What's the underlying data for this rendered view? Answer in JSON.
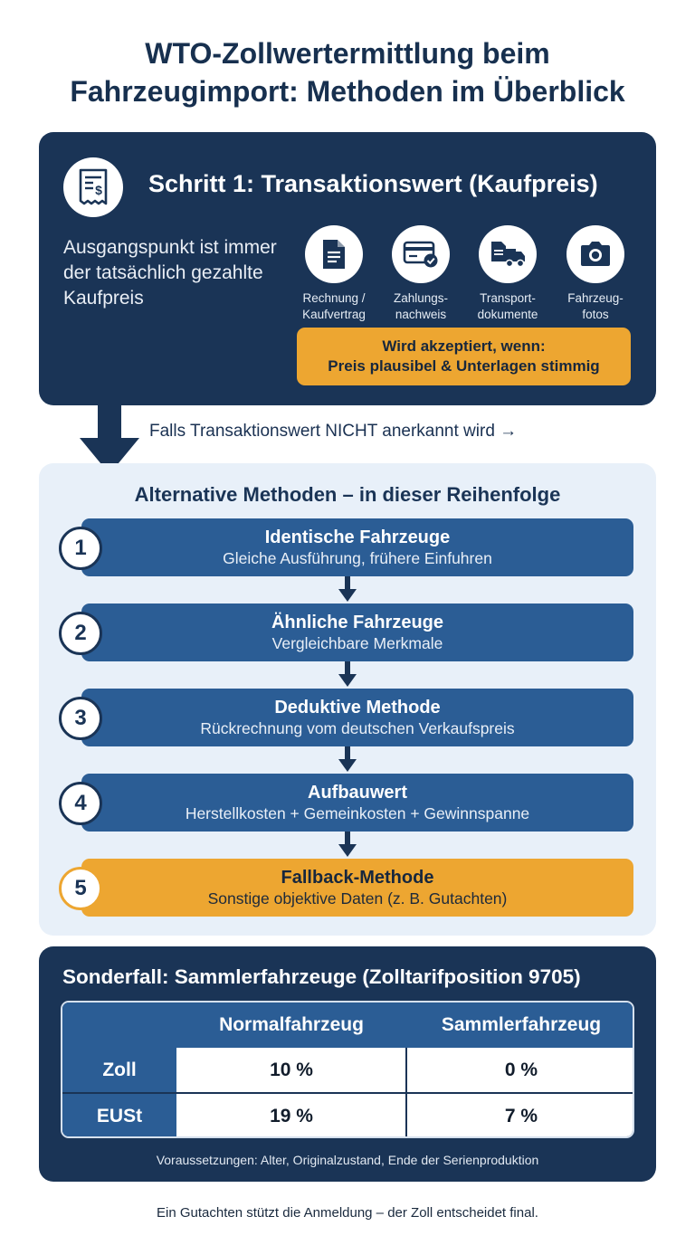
{
  "title": {
    "line1": "WTO-Zollwertermittlung beim",
    "line2": "Fahrzeugimport: Methoden im Überblick"
  },
  "step1": {
    "icon": "receipt-icon",
    "title": "Schritt 1: Transaktionswert (Kaufpreis)",
    "description": "Ausgangspunkt ist immer der tatsächlich gezahlte Kaufpreis",
    "documents": [
      {
        "icon": "document-icon",
        "label_line1": "Rechnung /",
        "label_line2": "Kaufvertrag"
      },
      {
        "icon": "credit-card-check-icon",
        "label_line1": "Zahlungs-",
        "label_line2": "nachweis"
      },
      {
        "icon": "truck-document-icon",
        "label_line1": "Transport-",
        "label_line2": "dokumente"
      },
      {
        "icon": "camera-icon",
        "label_line1": "Fahrzeug-",
        "label_line2": "fotos"
      }
    ],
    "acceptance_line1": "Wird akzeptiert, wenn:",
    "acceptance_line2": "Preis plausibel & Unterlagen stimmig"
  },
  "transition": {
    "text": "Falls Transaktionswert NICHT anerkannt wird →"
  },
  "alternatives": {
    "title": "Alternative Methoden – in dieser Reihenfolge",
    "methods": [
      {
        "number": "1",
        "title": "Identische Fahrzeuge",
        "subtitle": "Gleiche Ausführung, frühere Einfuhren"
      },
      {
        "number": "2",
        "title": "Ähnliche Fahrzeuge",
        "subtitle": "Vergleichbare Merkmale"
      },
      {
        "number": "3",
        "title": "Deduktive Methode",
        "subtitle": "Rückrechnung vom deutschen Verkaufspreis"
      },
      {
        "number": "4",
        "title": "Aufbauwert",
        "subtitle": "Herstellkosten + Gemeinkosten + Gewinnspanne"
      },
      {
        "number": "5",
        "title": "Fallback-Methode",
        "subtitle": "Sonstige objektive Daten (z. B. Gutachten)"
      }
    ],
    "highlight_color": "#eda631",
    "box_color": "#2b5d95"
  },
  "special_case": {
    "title": "Sonderfall: Sammlerfahrzeuge (Zolltarifposition 9705)",
    "table": {
      "headers": [
        "",
        "Normalfahrzeug",
        "Sammlerfahrzeug"
      ],
      "rows": [
        {
          "label": "Zoll",
          "values": [
            "10 %",
            "0 %"
          ]
        },
        {
          "label": "EUSt",
          "values": [
            "19 %",
            "7 %"
          ]
        }
      ]
    },
    "conditions": "Voraussetzungen: Alter, Originalzustand, Ende der Serienproduktion"
  },
  "footer": "Ein Gutachten stützt die Anmeldung – der Zoll entscheidet final.",
  "colors": {
    "navy": "#1a3456",
    "blue": "#2b5d95",
    "gold": "#eda631",
    "light_panel": "#e8f0f9"
  }
}
